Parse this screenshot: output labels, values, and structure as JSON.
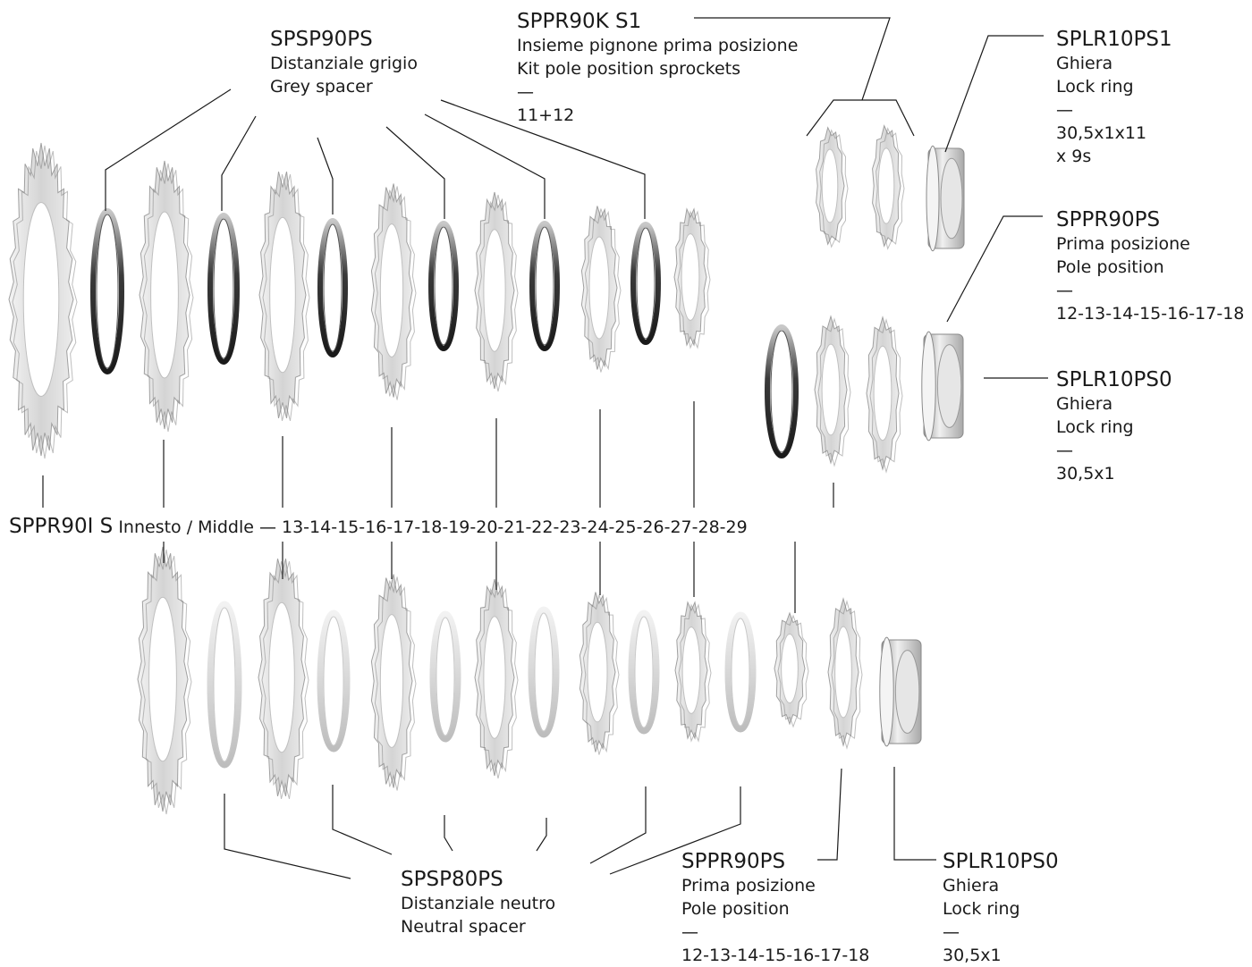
{
  "labels": {
    "spsp90ps": {
      "code": "SPSP90PS",
      "line1": "Distanziale grigio",
      "line2": "Grey spacer"
    },
    "sppr90ks1": {
      "code": "SPPR90K S1",
      "line1": "Insieme pignone prima posizione",
      "line2": "Kit pole position sprockets",
      "dash": "—",
      "size": "11+12"
    },
    "splr10ps1": {
      "code": "SPLR10PS1",
      "line1": "Ghiera",
      "line2": "Lock ring",
      "dash": "—",
      "size": "30,5x1x11",
      "extra": "x 9s"
    },
    "sppr90ps_right": {
      "code": "SPPR90PS",
      "line1": "Prima posizione",
      "line2": "Pole position",
      "dash": "—",
      "size": "12-13-14-15-16-17-18"
    },
    "splr10ps0_right": {
      "code": "SPLR10PS0",
      "line1": "Ghiera",
      "line2": "Lock ring",
      "dash": "—",
      "size": "30,5x1"
    },
    "spsp80ps": {
      "code": "SPSP80PS",
      "line1": "Distanziale neutro",
      "line2": "Neutral spacer"
    },
    "sppr90ps_bottom": {
      "code": "SPPR90PS",
      "line1": "Prima posizione",
      "line2": "Pole position",
      "dash": "—",
      "size": "12-13-14-15-16-17-18"
    },
    "splr10ps0_bottom": {
      "code": "SPLR10PS0",
      "line1": "Ghiera",
      "line2": "Lock ring",
      "dash": "—",
      "size": "30,5x1"
    }
  },
  "middle_row": {
    "code": "SPPR90I S",
    "text": "Innesto / Middle",
    "sizes": "— 13-14-15-16-17-18-19-20-21-22-23-24-25-26-27-28-29"
  },
  "colors": {
    "metal": "#d9d9d9",
    "metal_dark": "#8a8a8a",
    "ring_dark": "#2b2b2b",
    "line": "#1a1a1a"
  }
}
